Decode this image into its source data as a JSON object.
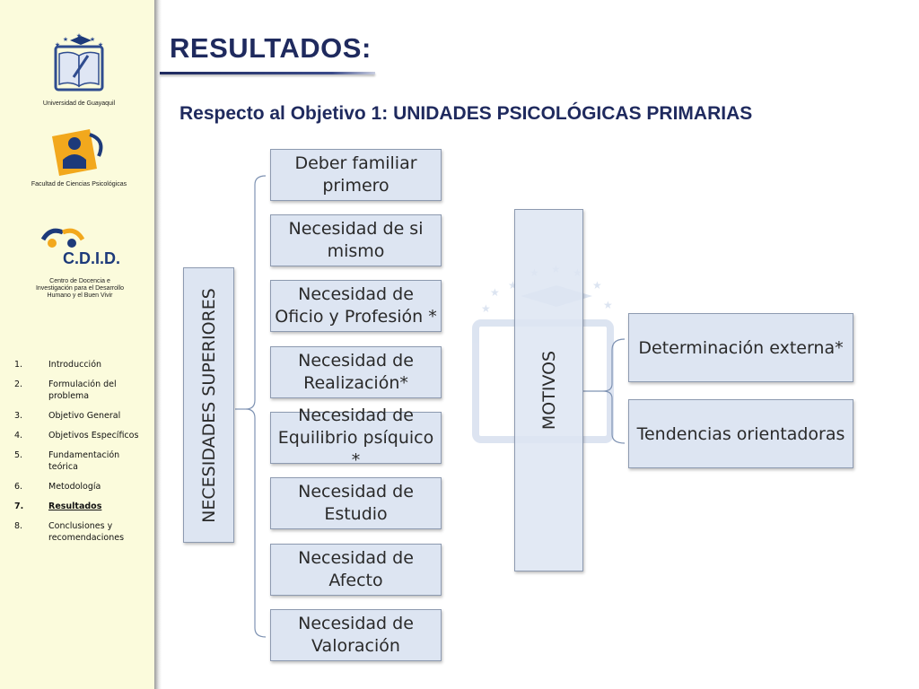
{
  "sidebar": {
    "logo1_caption": "Universidad de Guayaquil",
    "logo2_caption": "Facultad de Ciencias Psicológicas",
    "logo3_text": "C.D.I.D.",
    "logo3_caption": "Centro de Docencia e Investigación para el Desarrollo Humano y el Buen Vivir",
    "nav": [
      {
        "num": "1.",
        "label": "Introducción"
      },
      {
        "num": "2.",
        "label": "Formulación del problema"
      },
      {
        "num": "3.",
        "label": "Objetivo General"
      },
      {
        "num": "4.",
        "label": "Objetivos Específicos"
      },
      {
        "num": "5.",
        "label": "Fundamentación teórica"
      },
      {
        "num": "6.",
        "label": "Metodología"
      },
      {
        "num": "7.",
        "label": "Resultados"
      },
      {
        "num": "8.",
        "label": "Conclusiones y recomendaciones"
      }
    ],
    "active_index": 6
  },
  "header": {
    "title": "RESULTADOS:",
    "subtitle": "Respecto al Objetivo 1: UNIDADES PSICOLÓGICAS PRIMARIAS"
  },
  "diagram": {
    "left_label": "NECESIDADES SUPERIORES",
    "needs": [
      "Deber familiar primero",
      "Necesidad de si mismo",
      "Necesidad de Oficio y Profesión *",
      "Necesidad de Realización*",
      "Necesidad de Equilibrio psíquico *",
      "Necesidad de Estudio",
      "Necesidad de Afecto",
      "Necesidad de Valoración"
    ],
    "middle_label": "MOTIVOS",
    "motives": [
      "Determinación externa*",
      "Tendencias orientadoras"
    ]
  },
  "colors": {
    "title": "#1f2a5e",
    "box_fill": "#dde5f2",
    "box_border": "#8d9ab0",
    "sidebar_bg": "#fbfbdc"
  }
}
